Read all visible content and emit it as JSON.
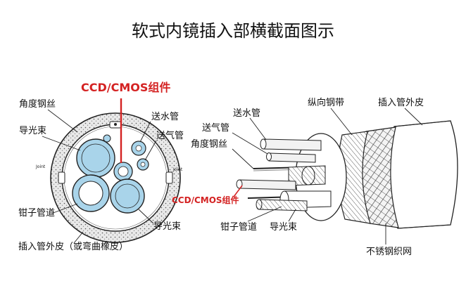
{
  "title": "软式内镜插入部横截面图示",
  "highlight_color": "#d42222",
  "lumen_fill": "#a9d4ea",
  "left_section": {
    "labels": {
      "angle_wire": "角度钢丝",
      "light_guide_top": "导光束",
      "joint_left": "Joint",
      "joint_right": "Joint",
      "ccd_cmos": "CCD/CMOS组件",
      "water_tube": "送水管",
      "air_tube": "送气管",
      "forceps_channel": "钳子管道",
      "light_guide_bottom": "导光束",
      "outer_sheath": "插入管外皮（或弯曲橡皮）"
    }
  },
  "right_section": {
    "labels": {
      "water_tube": "送水管",
      "air_tube": "送气管",
      "angle_wire": "角度钢丝",
      "longitudinal_band": "纵向钢带",
      "outer_sheath": "插入管外皮",
      "ccd_cmos": "CCD/CMOS组件",
      "forceps_channel": "钳子管道",
      "light_guide": "导光束",
      "stainless_mesh": "不锈钢织网"
    }
  }
}
